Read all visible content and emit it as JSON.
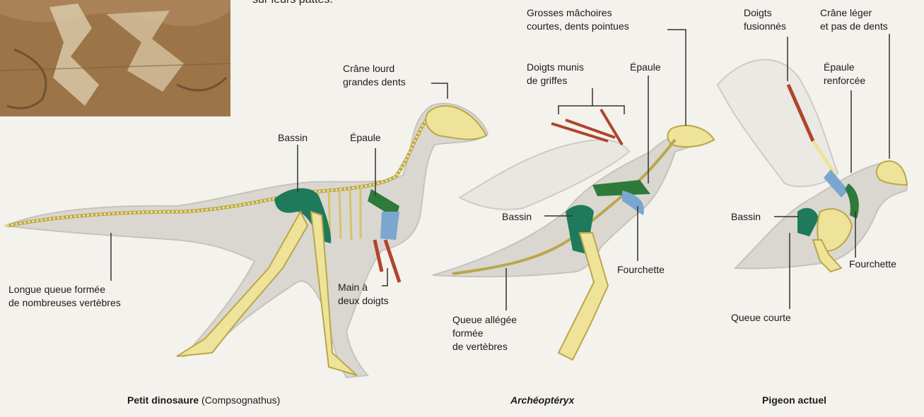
{
  "intro_text_fragment": "sur leurs pattes.",
  "dinosaur": {
    "caption_bold": "Petit dinosaure",
    "caption_normal": "(Compsognathus)",
    "labels": {
      "skull": [
        "Crâne lourd",
        "grandes dents"
      ],
      "pelvis": "Bassin",
      "shoulder": "Épaule",
      "tail": [
        "Longue queue formée",
        "de nombreuses vertèbres"
      ],
      "hand": [
        "Main à",
        "deux doigts"
      ]
    }
  },
  "archaeopteryx": {
    "caption": "Archéoptéryx",
    "labels": {
      "jaws": [
        "Grosses mâchoires",
        "courtes, dents pointues"
      ],
      "fingers": [
        "Doigts munis",
        "de griffes"
      ],
      "shoulder": "Épaule",
      "pelvis": "Bassin",
      "wishbone": "Fourchette",
      "tail": [
        "Queue allégée",
        "formée",
        "de vertèbres"
      ]
    }
  },
  "pigeon": {
    "caption": "Pigeon actuel",
    "labels": {
      "fingers": [
        "Doigts",
        "fusionnés"
      ],
      "skull": [
        "Crâne léger",
        "et pas de dents"
      ],
      "shoulder": [
        "Épaule",
        "renforcée"
      ],
      "pelvis": "Bassin",
      "wishbone": "Fourchette",
      "tail": "Queue courte"
    }
  },
  "colors": {
    "background": "#f4f2ec",
    "body_outline": "#d9d6d0",
    "bone": "#efe39a",
    "bone_stroke": "#b9a74a",
    "pelvis": "#1f7a5c",
    "shoulder": "#2e7a3a",
    "wishbone": "#7aa7cf",
    "hand": "#b0442a",
    "fossil": "#9b7448",
    "leader_line": "#333333"
  }
}
